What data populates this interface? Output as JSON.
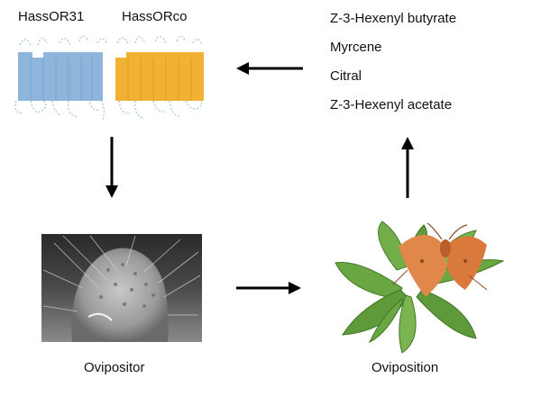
{
  "receptors": [
    {
      "label": "HassOR31",
      "color": "#8db6da",
      "segment_color": "#80aad2"
    },
    {
      "label": "HassORco",
      "color": "#f1b234",
      "segment_color": "#e8a62a"
    }
  ],
  "compounds": [
    "Z-3-Hexenyl butyrate",
    "Myrcene",
    "Citral",
    "Z-3-Hexenyl acetate"
  ],
  "images": {
    "ovipositor_caption": "Ovipositor",
    "oviposition_caption": "Oviposition"
  },
  "colors": {
    "arrow": "#000000",
    "loop": "#9cc6d8",
    "leaf": "#5e9a3a",
    "moth": "#e0874a"
  }
}
